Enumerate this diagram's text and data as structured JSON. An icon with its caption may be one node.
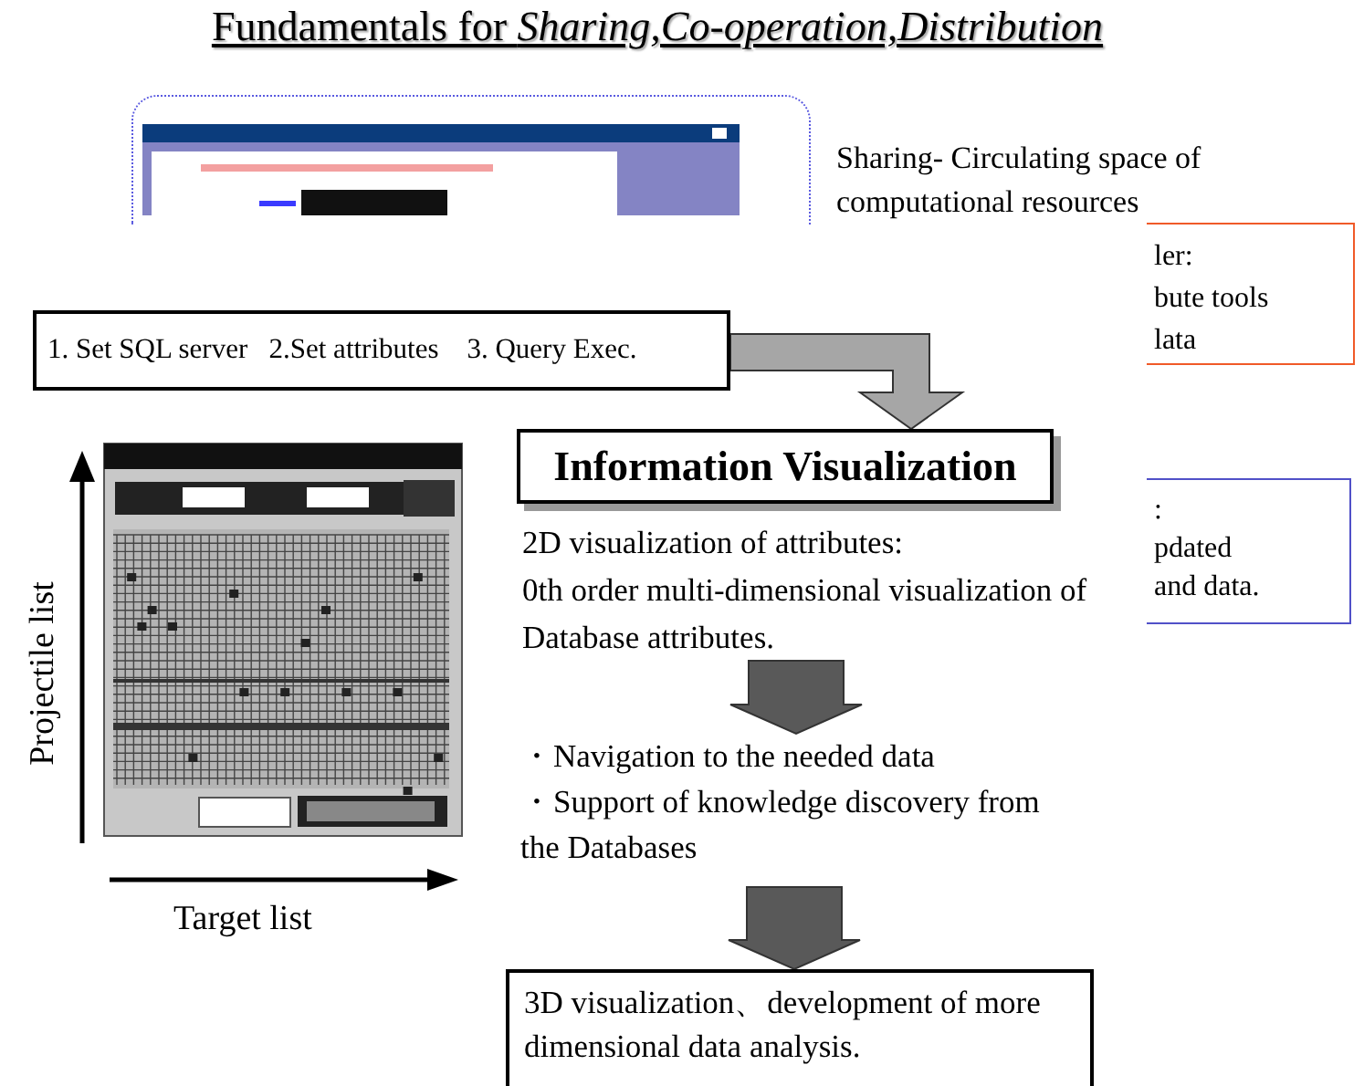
{
  "diagram": {
    "title": "Fundamentals for *Sharing,Co-operation,Distribution*",
    "nodes": [
      {
        "text": [
          "Sharing- Circulating space of computational resources"
        ]
      },
      {
        "text": [
          "ler:",
          "bute tools",
          "lata"
        ]
      },
      {
        "text": [
          "1. Set SQL server   2.Set attributes    3. Query Exec."
        ]
      },
      {
        "text": [
          "Information Visualization"
        ]
      },
      {
        "text": [
          ":",
          "pdated",
          "and data."
        ]
      },
      {
        "text": [
          "2D visualization of attributes:",
          "0th order multi-dimensional visualization of Database attributes."
        ]
      },
      {
        "text": [
          "・Navigation to the needed data",
          "・Support of knowledge discovery from the Databases"
        ]
      },
      {
        "text": [
          "3D visualization、development of more dimensional data analysis."
        ]
      }
    ],
    "edges": [
      {
        "from": 2,
        "to": 3,
        "arrow": "to",
        "color": "#a6a6a6"
      },
      {
        "from": 5,
        "to": 6,
        "arrow": "to"
      },
      {
        "from": 6,
        "to": 7,
        "arrow": "to"
      }
    ],
    "labels": [
      "Projectile list",
      "Target list"
    ]
  }
}
